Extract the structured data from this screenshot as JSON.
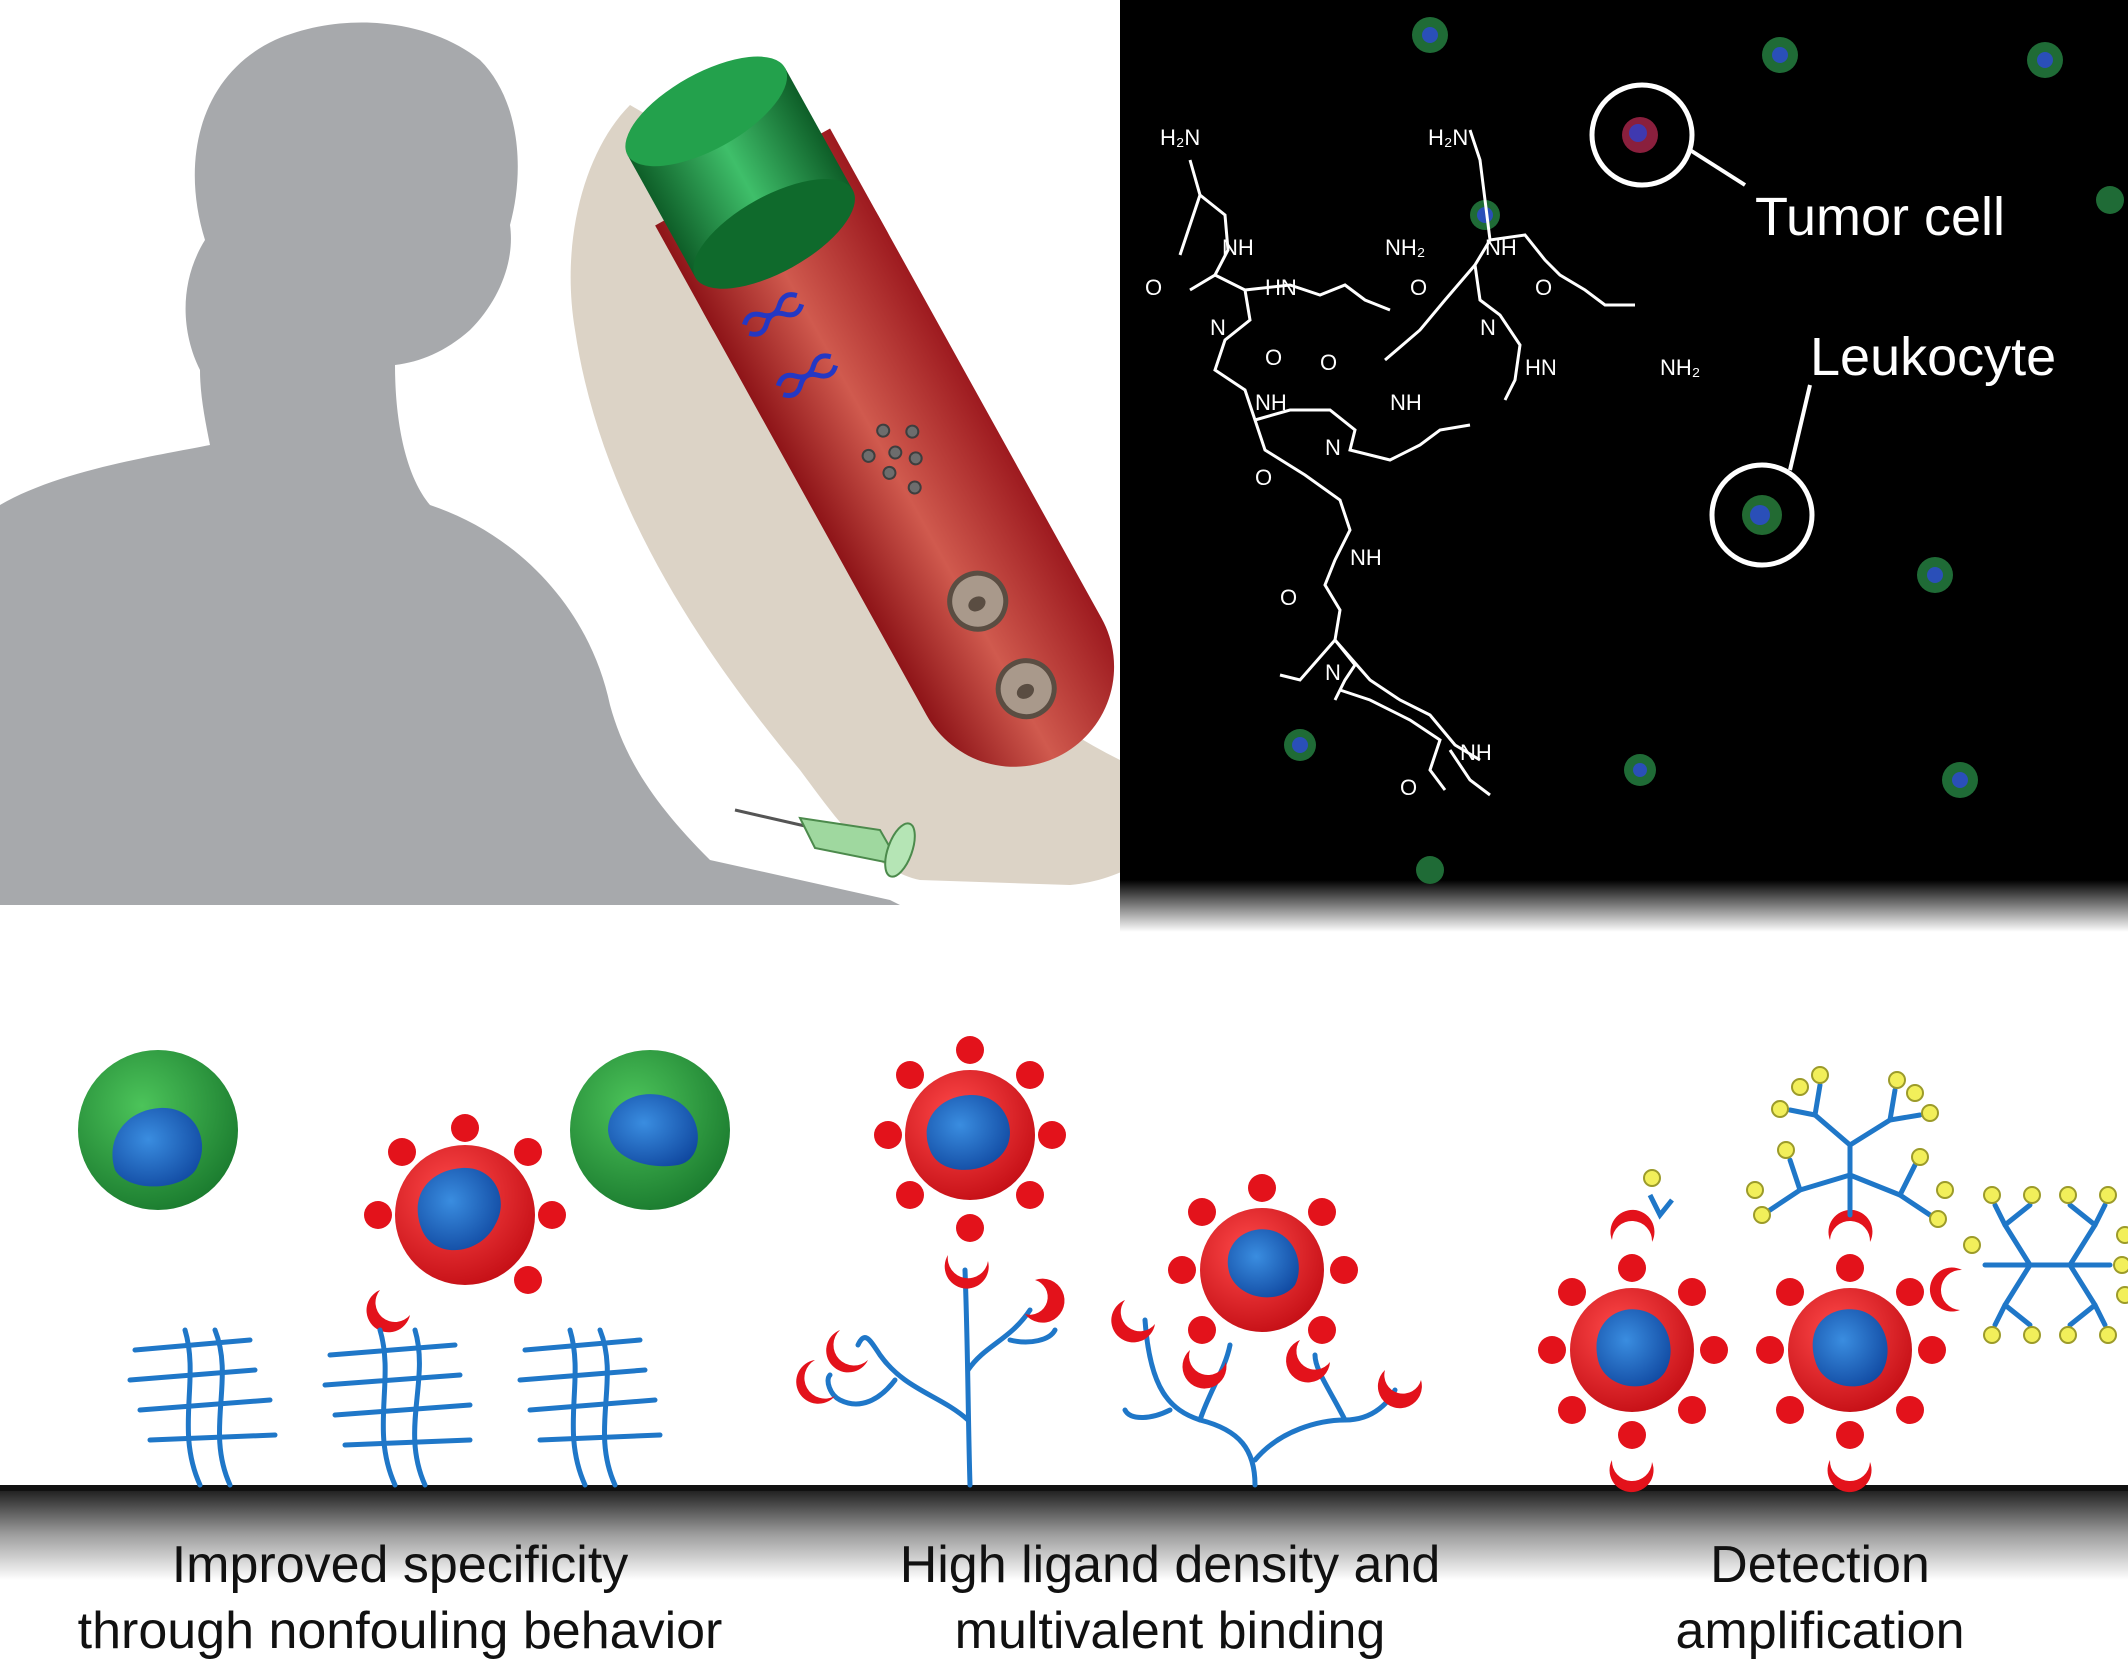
{
  "micrograph_labels": {
    "tumor_cell": "Tumor cell",
    "leukocyte": "Leukocyte"
  },
  "chem_labels": {
    "h2n": "H₂N",
    "nh": "NH",
    "hn": "HN",
    "nh2": "NH₂",
    "n": "N",
    "o": "O"
  },
  "captions": {
    "specificity": [
      "Improved specificity",
      "through nonfouling behavior"
    ],
    "multivalent": [
      "High ligand density and",
      "multivalent binding"
    ],
    "amplification": [
      "Detection",
      "amplification"
    ]
  },
  "colors": {
    "silhouette": "#a7a9ac",
    "tube_red": "#c8262d",
    "cap_green": "#1e8a3c",
    "panel_black": "#000000",
    "cell_red": "#e3121b",
    "nucleus_blue": "#1f6bc1",
    "leukocyte_green": "#2e9e3a",
    "polymer_blue": "#1f77c8",
    "tag_yellow": "#f2ef5a"
  }
}
